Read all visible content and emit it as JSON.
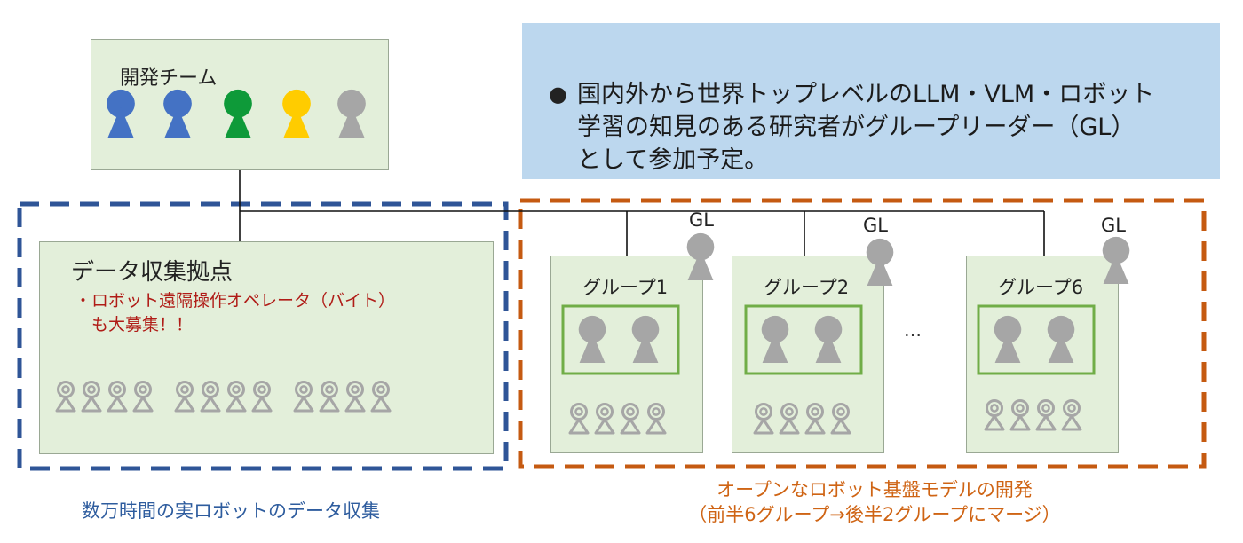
{
  "info": {
    "bullet": "●",
    "lines": [
      "国内外から世界トップレベルのLLM・VLM・ロボット",
      "学習の知見のある研究者がグループリーダー（GL）",
      "として参加予定。"
    ]
  },
  "dev_team": {
    "title": "開発チーム",
    "member_colors": [
      "#4472c4",
      "#4472c4",
      "#0e9a39",
      "#ffcc00",
      "#a6a6a6"
    ]
  },
  "data_hub": {
    "title": "データ収集拠点",
    "note_lines": [
      "・ロボット遠隔操作オペレータ（バイト）",
      "　も大募集！！"
    ]
  },
  "groups": [
    {
      "title": "グループ1",
      "gl": "GL"
    },
    {
      "title": "グループ2",
      "gl": "GL"
    },
    {
      "title": "グループ6",
      "gl": "GL"
    }
  ],
  "ellipsis": "…",
  "captions": {
    "left": "数万時間の実ロボットのデータ収集",
    "right_lines": [
      "オープンなロボット基盤モデルの開発",
      "（前半6グループ→後半2グループにマージ）"
    ]
  },
  "colors": {
    "blue_dash": "#2f5597",
    "orange_dash": "#c55a11",
    "box_fill": "#e3efda",
    "info_fill": "#bcd7ee",
    "green_frame": "#70ad47",
    "gray_person": "#a6a6a6",
    "red_text": "#b01c17"
  }
}
